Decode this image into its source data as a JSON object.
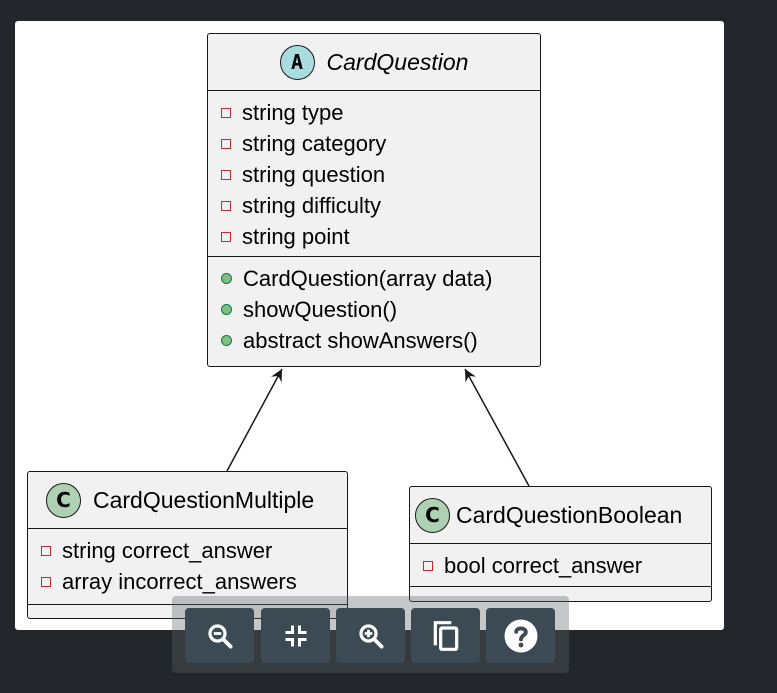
{
  "diagram": {
    "classes": [
      {
        "id": "card-question",
        "stereotype": "A",
        "name": "CardQuestion",
        "abstract": true,
        "fields": [
          "string type",
          "string category",
          "string question",
          "string difficulty",
          "string point"
        ],
        "methods": [
          "CardQuestion(array data)",
          "showQuestion()",
          "abstract showAnswers()"
        ]
      },
      {
        "id": "card-question-multiple",
        "stereotype": "C",
        "name": "CardQuestionMultiple",
        "abstract": false,
        "fields": [
          "string correct_answer",
          "array incorrect_answers"
        ],
        "methods": []
      },
      {
        "id": "card-question-boolean",
        "stereotype": "C",
        "name": "CardQuestionBoolean",
        "abstract": false,
        "fields": [
          "bool correct_answer"
        ],
        "methods": []
      }
    ],
    "relations": [
      {
        "from": "CardQuestionMultiple",
        "to": "CardQuestion",
        "type": "extends"
      },
      {
        "from": "CardQuestionBoolean",
        "to": "CardQuestion",
        "type": "extends"
      }
    ],
    "colors": {
      "class_fill": "#f1f1f1",
      "border": "#181818",
      "abstract_badge": "#a9dcdf",
      "class_badge": "#add1b2",
      "private_marker": "#c82930",
      "public_marker": "#84be84"
    }
  },
  "toolbar": {
    "buttons": [
      {
        "icon": "zoom-out-icon"
      },
      {
        "icon": "fit-to-screen-icon"
      },
      {
        "icon": "zoom-in-icon"
      },
      {
        "icon": "copy-icon"
      },
      {
        "icon": "help-icon"
      }
    ]
  }
}
